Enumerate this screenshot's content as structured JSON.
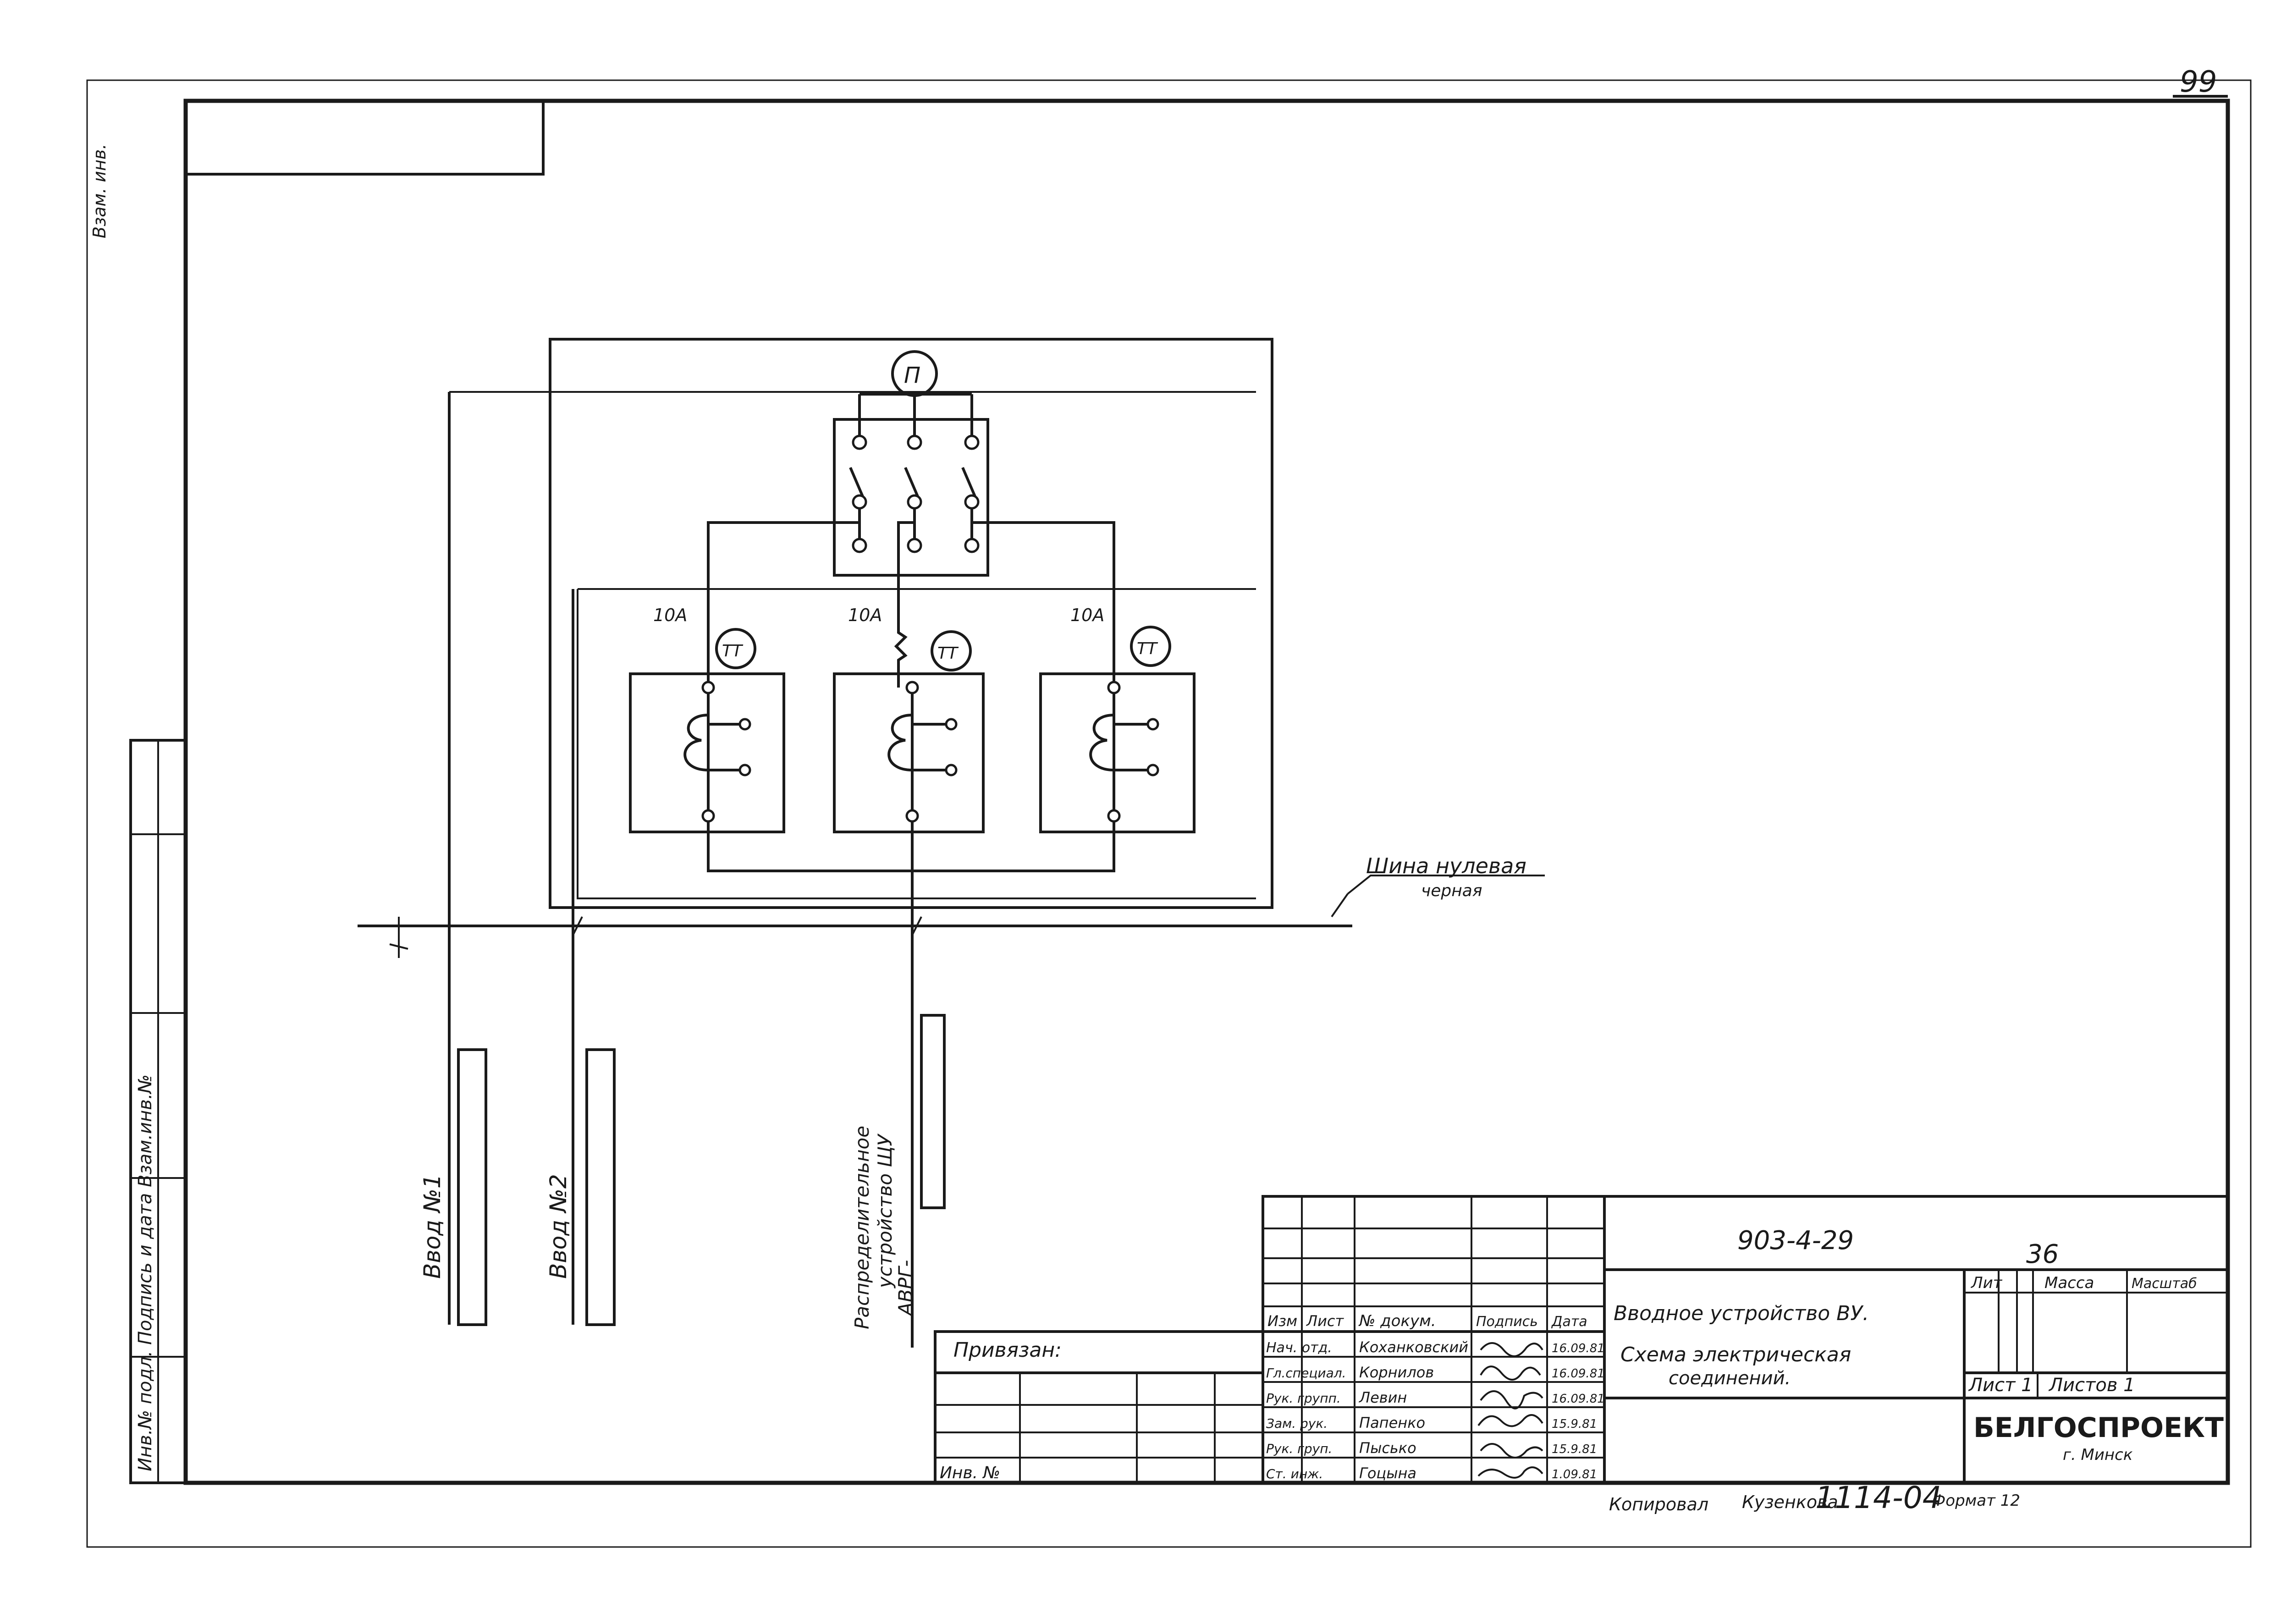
{
  "sheet_number": "99",
  "side_stamp": "Взам. инв.",
  "left_strip_text": "Инв.№ подл. Подпись и дата Взам.инв.№",
  "diagram": {
    "meter_label": "П",
    "ct_labels": [
      "ТТ",
      "ТТ",
      "ТТ"
    ],
    "ct_currents": [
      "10А",
      "10А",
      "10А"
    ],
    "bus_label_1": "Шина нулевая",
    "bus_label_2": "черная",
    "feeders": [
      "Ввод №1",
      "Ввод №2"
    ],
    "dist_line_1": "Распределительное",
    "dist_line_2": "устройство ЩУ",
    "cable_label": "АВРГ-"
  },
  "title_block": {
    "designation": "903-4-29",
    "page": "36",
    "col_stage": "Лит",
    "col_mass": "Масса",
    "col_scale": "Масштаб",
    "sheet": "Лист 1",
    "sheets_total": "Листов 1",
    "title_1": "Вводное устройство ВУ.",
    "title_2": "Схема электрическая",
    "title_3": "соединений.",
    "org": "БЕЛГОСПРОЕКТ",
    "city": "г. Минск",
    "bound_label": "Привязан:",
    "inv_label": "Инв. №",
    "headers": [
      "Изм",
      "Лист",
      "№ докум.",
      "Подпись",
      "Дата"
    ],
    "rows": [
      {
        "role": "Нач. отд.",
        "name": "Коханковский",
        "date": "16.09.81"
      },
      {
        "role": "Гл.специал.",
        "name": "Корнилов",
        "date": "16.09.81"
      },
      {
        "role": "Рук. групп.",
        "name": "Левин",
        "date": "16.09.81"
      },
      {
        "role": "Зам. рук.",
        "name": "Папенко",
        "date": "15.9.81"
      },
      {
        "role": "Рук. груп.",
        "name": "Пысько",
        "date": "15.9.81"
      },
      {
        "role": "Ст. инж.",
        "name": "Гоцына",
        "date": "1.09.81"
      }
    ],
    "copied_label": "Копировал",
    "copier": "Кузенкова",
    "order_no": "1114-04",
    "format": "Формат 12"
  }
}
